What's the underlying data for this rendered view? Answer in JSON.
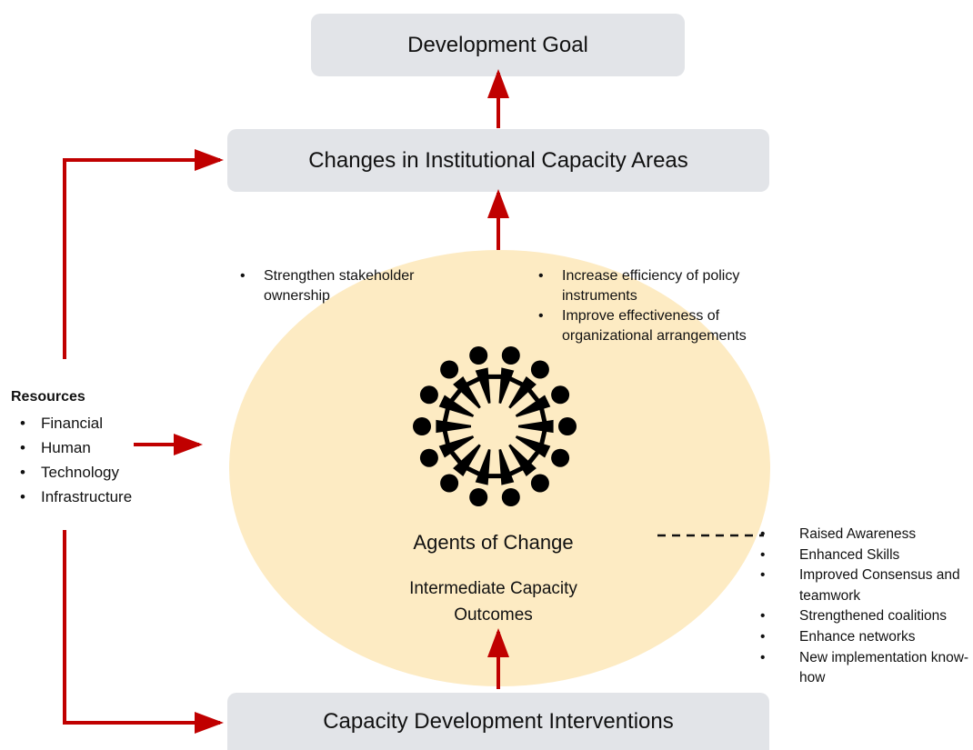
{
  "colors": {
    "arrow": "#c00000",
    "box_fill": "#e2e4e8",
    "ellipse_fill": "#fdebc3",
    "icon": "#000000"
  },
  "boxes": {
    "goal": "Development Goal",
    "changes": "Changes in Institutional Capacity Areas",
    "interventions": "Capacity Development Interventions"
  },
  "ellipse": {
    "agents_label": "Agents of Change",
    "outcomes_label_line1": "Intermediate Capacity",
    "outcomes_label_line2": "Outcomes",
    "icon": "people-circle-icon"
  },
  "capacity_areas_left": [
    {
      "text": "Strengthen stakeholder ownership"
    }
  ],
  "capacity_areas_right": [
    {
      "text": "Increase efficiency of policy instruments"
    },
    {
      "text": "Improve effectiveness of organizational arrangements"
    }
  ],
  "resources": {
    "title": "Resources",
    "items": [
      "Financial",
      "Human",
      "Technology",
      "Infrastructure"
    ]
  },
  "outcomes": [
    "Raised Awareness",
    "Enhanced Skills",
    "Improved Consensus and teamwork",
    "Strengthened coalitions",
    "Enhance networks",
    "New implementation know-how"
  ]
}
